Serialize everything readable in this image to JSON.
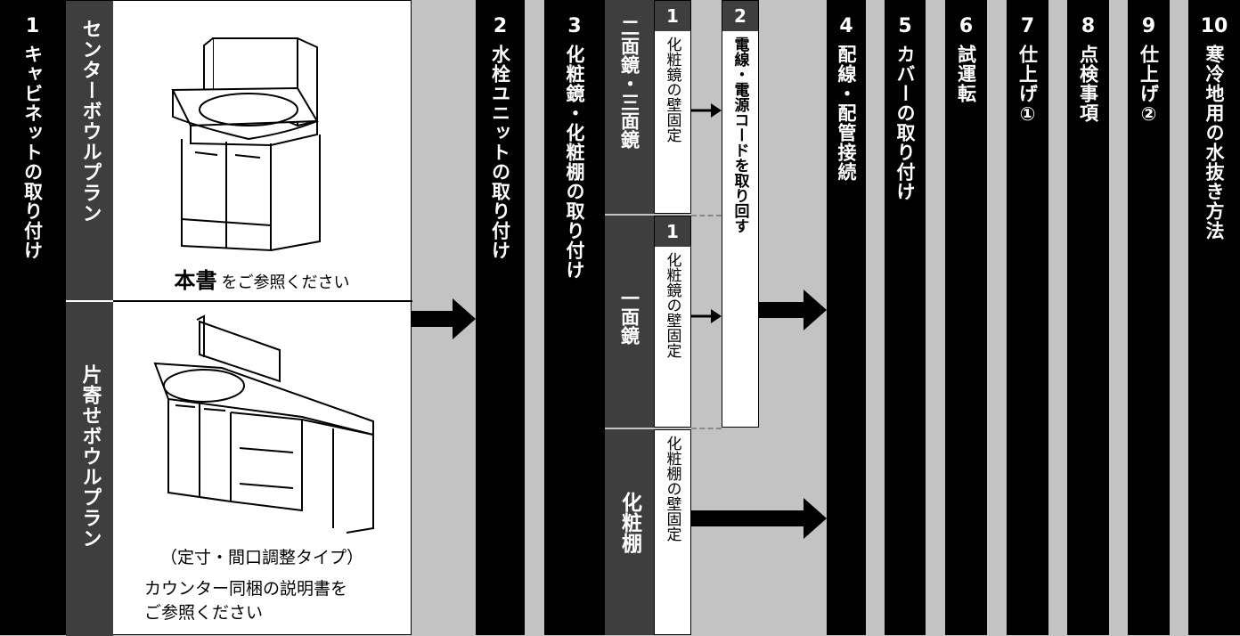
{
  "step1": {
    "number": "1",
    "label": "キャビネットの取り付け"
  },
  "center_plan": {
    "label": "センターボウルプラン",
    "emphasis": "本書",
    "rest": "をご参照ください"
  },
  "side_plan": {
    "label": "片寄せボウルプラン",
    "type_note": "（定寸・間口調整タイプ）",
    "line1": "カウンター同梱の説明書を",
    "line2": "ご参照ください"
  },
  "step2": {
    "number": "2",
    "label": "水栓ユニットの取り付け"
  },
  "step3": {
    "number": "3",
    "label": "化粧鏡・化粧棚の取り付け"
  },
  "sub": {
    "mirror23": {
      "label": "二面鏡・三面鏡",
      "step_number": "1",
      "step_label": "化粧鏡の壁固定"
    },
    "mirror1": {
      "label": "一面鏡",
      "step_number": "1",
      "step_label": "化粧鏡の壁固定"
    },
    "shelf": {
      "label": "化粧棚",
      "step_label": "化粧棚の壁固定"
    },
    "wiring": {
      "number": "2",
      "label": "電線・電源コードを取り回す"
    }
  },
  "step4": {
    "number": "4",
    "label": "配線・配管接続"
  },
  "step5": {
    "number": "5",
    "label": "カバーの取り付け"
  },
  "step6": {
    "number": "6",
    "label": "試運転"
  },
  "step7": {
    "number": "7",
    "label": "仕上げ①"
  },
  "step8": {
    "number": "8",
    "label": "点検事項"
  },
  "step9": {
    "number": "9",
    "label": "仕上げ②"
  },
  "step10": {
    "number": "10",
    "label": "寒冷地用の水抜き方法"
  }
}
